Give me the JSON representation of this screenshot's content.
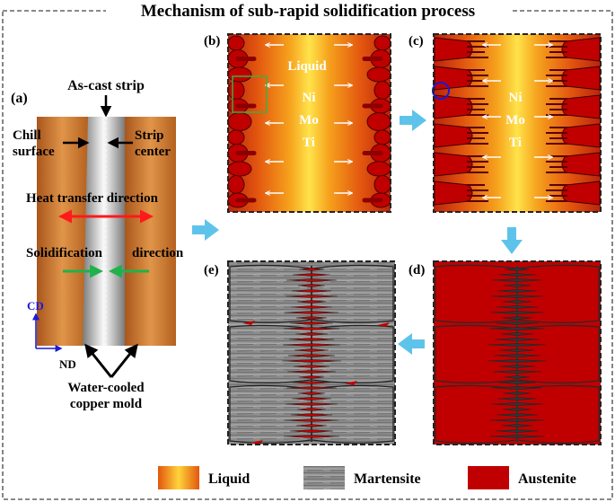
{
  "title": "Mechanism of sub-rapid solidification process",
  "panels": {
    "a": {
      "tag": "(a)",
      "strip_label": "As-cast strip",
      "chill_surface_line1": "Chill",
      "chill_surface_line2": "surface",
      "strip_center_line1": "Strip",
      "strip_center_line2": "center",
      "heat_transfer": "Heat transfer direction",
      "solidification_word": "Solidification",
      "solidification_dir": "direction",
      "axis_cd": "CD",
      "axis_nd": "ND",
      "mold_line1": "Water-cooled",
      "mold_line2": "copper mold"
    },
    "b": {
      "tag": "(b)",
      "liquid": "Liquid",
      "elem1": "Ni",
      "elem2": "Mo",
      "elem3": "Ti"
    },
    "c": {
      "tag": "(c)",
      "elem1": "Ni",
      "elem2": "Mo",
      "elem3": "Ti"
    },
    "d": {
      "tag": "(d)"
    },
    "e": {
      "tag": "(e)"
    }
  },
  "legend": [
    {
      "label": "Liquid",
      "swatch": "liquid-gradient"
    },
    {
      "label": "Martensite",
      "swatch": "gray-lamellae"
    },
    {
      "label": "Austenite",
      "swatch": "#c00000"
    }
  ],
  "colors": {
    "austenite": "#c00000",
    "arrow_red": "#ff1a1a",
    "arrow_green": "#1fb24a",
    "flow_arrow": "#5ec3ea",
    "axis_blue": "#1a1ad6",
    "mold": "#c8742a"
  }
}
